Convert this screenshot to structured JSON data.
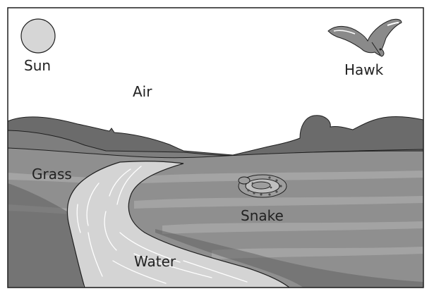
{
  "labels": {
    "sun": "Sun",
    "hawk": "Hawk",
    "air": "Air",
    "grass": "Grass",
    "snake": "Snake",
    "water": "Water"
  },
  "colors": {
    "sky": "#ffffff",
    "sun_fill": "#d6d6d6",
    "far_hills": "#6b6b6b",
    "mid_hills": "#8a8a8a",
    "field": "#8f8f8f",
    "field_light": "#a9a9a9",
    "river": "#d4d4d4",
    "river_bank": "#5e5e5e",
    "outline": "#1f1f1f"
  }
}
